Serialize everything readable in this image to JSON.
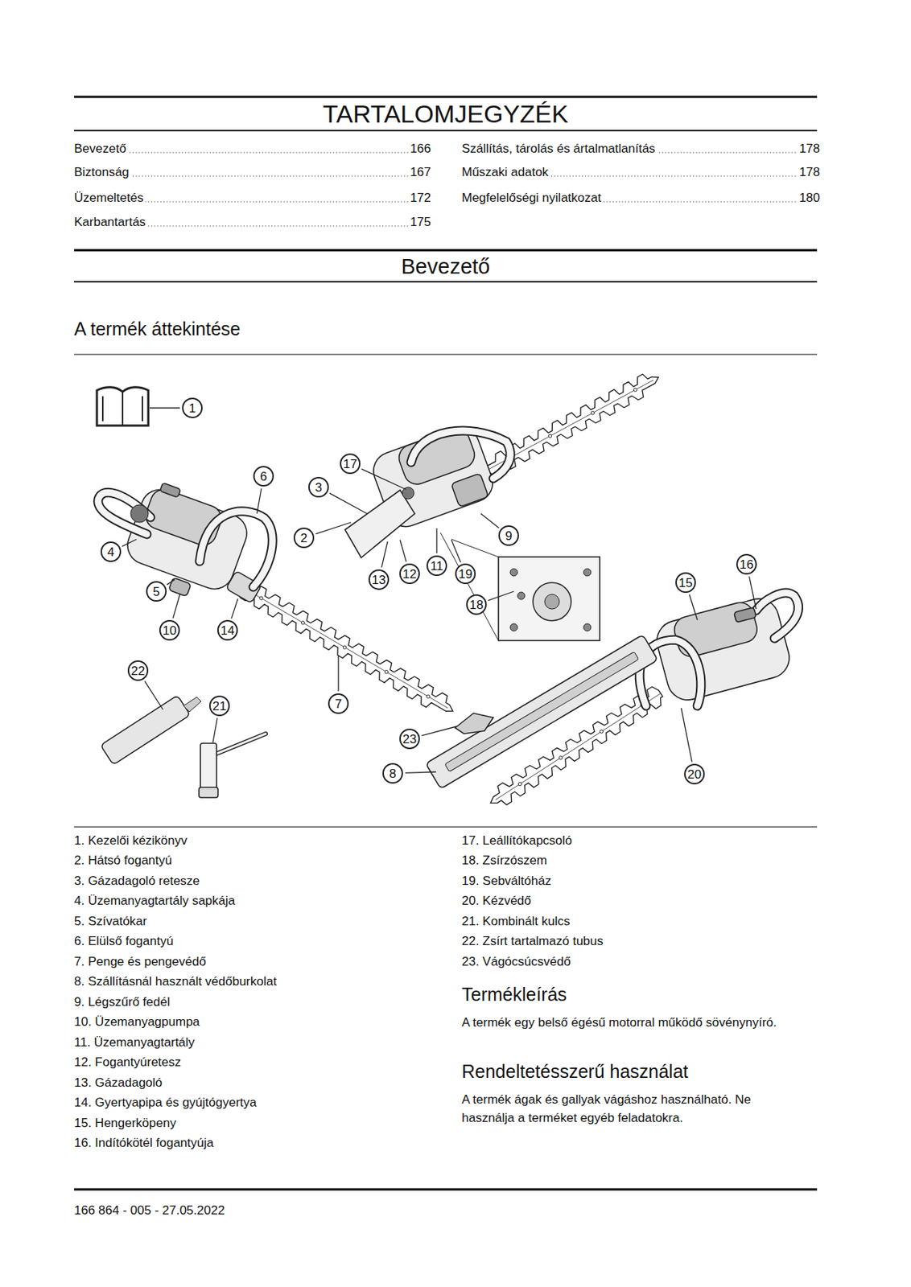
{
  "diagram": {
    "title": "TARTALOMJEGYZÉK",
    "nodes": [
      {
        "text": [
          "1"
        ]
      },
      {
        "text": [
          "2"
        ]
      },
      {
        "text": [
          "3"
        ]
      },
      {
        "text": [
          "4"
        ]
      },
      {
        "text": [
          "5"
        ]
      },
      {
        "text": [
          "6"
        ]
      },
      {
        "text": [
          "7"
        ]
      },
      {
        "text": [
          "8"
        ]
      },
      {
        "text": [
          "9"
        ]
      },
      {
        "text": [
          "10"
        ]
      },
      {
        "text": [
          "11"
        ]
      },
      {
        "text": [
          "12"
        ]
      },
      {
        "text": [
          "13"
        ]
      },
      {
        "text": [
          "14"
        ]
      },
      {
        "text": [
          "15"
        ]
      },
      {
        "text": [
          "16"
        ]
      },
      {
        "text": [
          "17"
        ]
      },
      {
        "text": [
          "18"
        ]
      },
      {
        "text": [
          "19"
        ]
      },
      {
        "text": [
          "20"
        ]
      },
      {
        "text": [
          "21"
        ]
      },
      {
        "text": [
          "22"
        ]
      },
      {
        "text": [
          "23"
        ]
      }
    ],
    "labels": [
      "Bevezető",
      "166",
      "Biztonság",
      "167",
      "Üzemeltetés",
      "172",
      "Karbantartás",
      "175",
      "Szállítás, tárolás és ártalmatlanítás",
      "178",
      "Műszaki adatok",
      "178",
      "Megfelelőségi nyilatkozat",
      "180",
      "Bevezető",
      "A termék áttekintése",
      "1. Kezelői kézikönyv",
      "2. Hátsó fogantyú",
      "3. Gázadagoló retesze",
      "4. Üzemanyagtartály sapkája",
      "5. Szívatókar",
      "6. Elülső fogantyú",
      "7. Penge és pengevédő",
      "8. Szállításnál használt védőburkolat",
      "9. Légszűrő fedél",
      "10. Üzemanyagpumpa",
      "11. Üzemanyagtartály",
      "12. Fogantyúretesz",
      "13. Gázadagoló",
      "14. Gyertyapipa és gyújtógyertya",
      "15. Hengerköpeny",
      "16. Indítókötél fogantyúja",
      "17. Leállítókapcsoló",
      "18. Zsírzószem",
      "19. Sebváltóház",
      "20. Kézvédő",
      "21. Kombinált kulcs",
      "22. Zsírt tartalmazó tubus",
      "23. Vágócsúcsvédő",
      "Termékleírás",
      "A termék egy belső égésű motorral működő sövénynyíró.",
      "Rendeltetésszerű használat",
      "A termék ágak és gallyak vágáshoz használható. Ne használja a terméket egyéb feladatokra.",
      "166 864 - 005 - 27.05.2022"
    ]
  }
}
